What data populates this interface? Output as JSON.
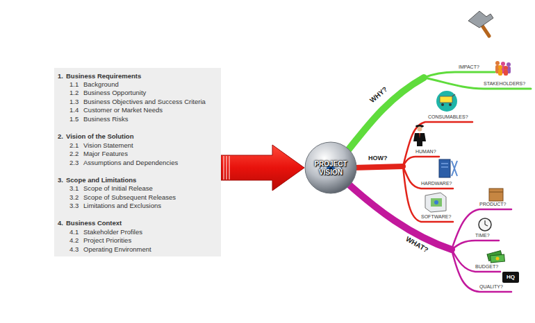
{
  "diagram": {
    "nodes": [
      {
        "text": [
          "1.",
          "Business Requirements",
          "1.1",
          "Background",
          "1.2",
          "Business Opportunity",
          "1.3",
          "Business Objectives and Success Criteria",
          "1.4",
          "Customer or Market Needs",
          "1.5",
          "Business Risks",
          "2.",
          "Vision of the Solution",
          "2.1",
          "Vision Statement",
          "2.2",
          "Major Features",
          "2.3",
          "Assumptions and Dependencies",
          "3.",
          "Scope and Limitations",
          "3.1",
          "Scope of Initial Release",
          "3.2",
          "Scope of Subsequent Releases",
          "3.3",
          "Limitations and Exclusions",
          "4.",
          "Business Context",
          "4.1",
          "Stakeholder Profiles",
          "4.2",
          "Project Priorities",
          "4.3",
          "Operating Environment"
        ]
      },
      {
        "text": [
          "PROJECT VISION"
        ]
      }
    ],
    "edges": [
      {
        "from": 0,
        "to": 1,
        "arrow": "to"
      }
    ],
    "labels": [
      "WHY?",
      "IMPACT?",
      "STAKEHOLDERS?",
      "HOW?",
      "CONSUMABLES?",
      "HUMAN?",
      "HARDWARE?",
      "SOFTWARE?",
      "WHAT?",
      "PRODUCT?",
      "TIME?",
      "BUDGET?",
      "HQ",
      "QUALITY?"
    ]
  }
}
